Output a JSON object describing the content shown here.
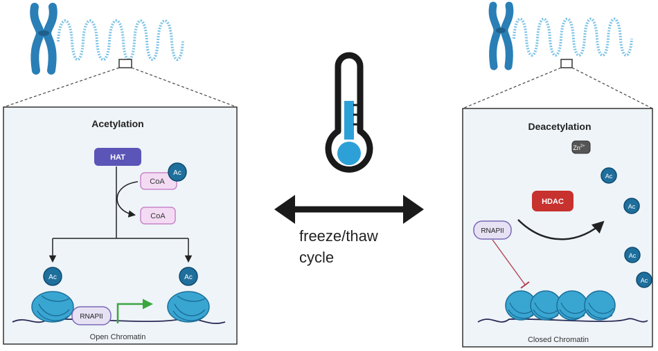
{
  "left_panel": {
    "title": "Acetylation",
    "enzyme": "HAT",
    "coa_top": "CoA",
    "coa_bottom": "CoA",
    "ac_on_coa": "Ac",
    "ac_left": "Ac",
    "ac_right": "Ac",
    "polymerase": "RNAPII",
    "caption": "Open Chromatin"
  },
  "center": {
    "line1": "freeze/thaw",
    "line2": "cycle"
  },
  "right_panel": {
    "title": "Deacetylation",
    "zinc": "Zn",
    "zinc_charge": "2+",
    "enzyme": "HDAC",
    "polymerase": "RNAPII",
    "ac_labels": [
      "Ac",
      "Ac",
      "Ac",
      "Ac"
    ],
    "caption": "Closed Chromatin"
  },
  "colors": {
    "chromosome": "#2a7fb6",
    "dna_dots": "#7cc3e6",
    "panel_fill": "#eef4f8",
    "hat_fill": "#5b55b8",
    "coa_fill": "#f3dcf3",
    "coa_stroke": "#c983c9",
    "ac_fill": "#1f6f9c",
    "nucleosome": "#39a6d2",
    "rnapii_fill": "#e7e2f3",
    "hdac_fill": "#c7312e",
    "active_arrow": "#3aa640",
    "inhibit_line": "#b33b4a",
    "thermo_fill": "#2ea0d8"
  }
}
